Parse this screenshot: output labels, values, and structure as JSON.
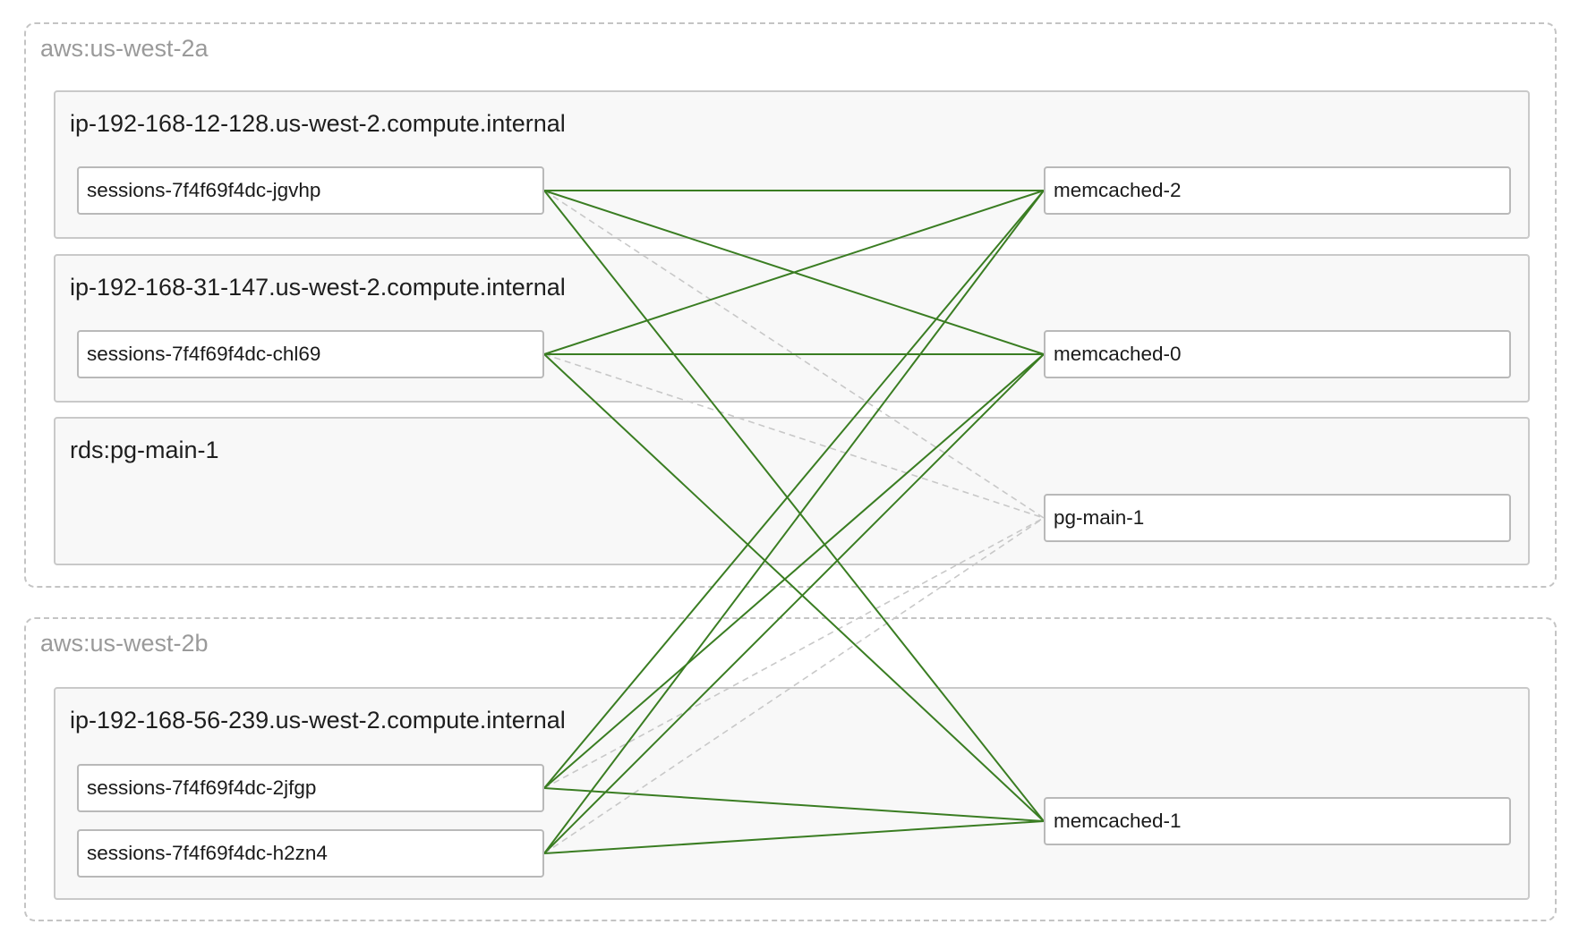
{
  "zones": [
    {
      "label": "aws:us-west-2a",
      "hosts": [
        {
          "label": "ip-192-168-12-128.us-west-2.compute.internal"
        },
        {
          "label": "ip-192-168-31-147.us-west-2.compute.internal"
        },
        {
          "label": "rds:pg-main-1"
        }
      ]
    },
    {
      "label": "aws:us-west-2b",
      "hosts": [
        {
          "label": "ip-192-168-56-239.us-west-2.compute.internal"
        }
      ]
    }
  ],
  "nodes": {
    "s_jgvhp": "sessions-7f4f69f4dc-jgvhp",
    "s_chl69": "sessions-7f4f69f4dc-chl69",
    "s_2jfgp": "sessions-7f4f69f4dc-2jfgp",
    "s_h2zn4": "sessions-7f4f69f4dc-h2zn4",
    "m2": "memcached-2",
    "m0": "memcached-0",
    "pg": "pg-main-1",
    "m1": "memcached-1"
  },
  "edges": [
    {
      "from": "s_jgvhp",
      "to": "m2",
      "style": "solid"
    },
    {
      "from": "s_jgvhp",
      "to": "m0",
      "style": "solid"
    },
    {
      "from": "s_jgvhp",
      "to": "m1",
      "style": "solid"
    },
    {
      "from": "s_jgvhp",
      "to": "pg",
      "style": "dashed"
    },
    {
      "from": "s_chl69",
      "to": "m2",
      "style": "solid"
    },
    {
      "from": "s_chl69",
      "to": "m0",
      "style": "solid"
    },
    {
      "from": "s_chl69",
      "to": "m1",
      "style": "solid"
    },
    {
      "from": "s_chl69",
      "to": "pg",
      "style": "dashed"
    },
    {
      "from": "s_2jfgp",
      "to": "m2",
      "style": "solid"
    },
    {
      "from": "s_2jfgp",
      "to": "m0",
      "style": "solid"
    },
    {
      "from": "s_2jfgp",
      "to": "m1",
      "style": "solid"
    },
    {
      "from": "s_2jfgp",
      "to": "pg",
      "style": "dashed"
    },
    {
      "from": "s_h2zn4",
      "to": "m2",
      "style": "solid"
    },
    {
      "from": "s_h2zn4",
      "to": "m0",
      "style": "solid"
    },
    {
      "from": "s_h2zn4",
      "to": "m1",
      "style": "solid"
    },
    {
      "from": "s_h2zn4",
      "to": "pg",
      "style": "dashed"
    }
  ],
  "colors": {
    "solid_edge": "#3a7d22",
    "dashed_edge": "#c8c8c8"
  }
}
